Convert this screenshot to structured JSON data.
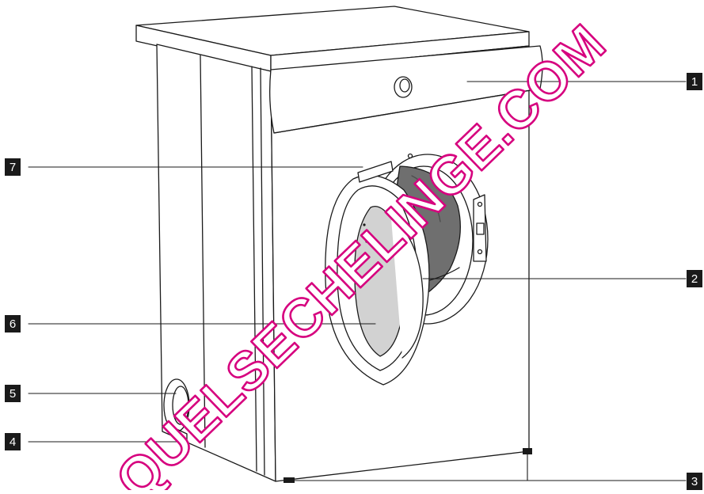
{
  "figure": {
    "subject": "washer-dryer-machine",
    "callouts": [
      {
        "number": "1"
      },
      {
        "number": "2"
      },
      {
        "number": "3"
      },
      {
        "number": "4"
      },
      {
        "number": "5"
      },
      {
        "number": "6"
      },
      {
        "number": "7"
      }
    ]
  },
  "watermark": {
    "text": "QUELSECHELINGE.COM",
    "color": "#d6007e"
  }
}
